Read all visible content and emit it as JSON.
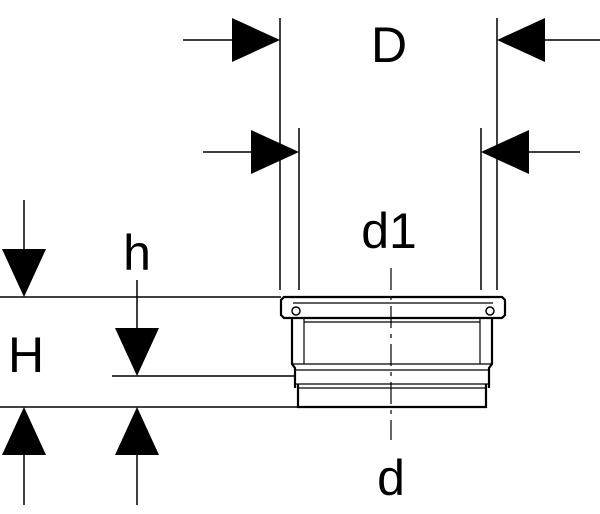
{
  "labels": {
    "D": "D",
    "d1": "d1",
    "d": "d",
    "H": "H",
    "h": "h"
  },
  "colors": {
    "line": "#000000",
    "background": "#ffffff"
  }
}
